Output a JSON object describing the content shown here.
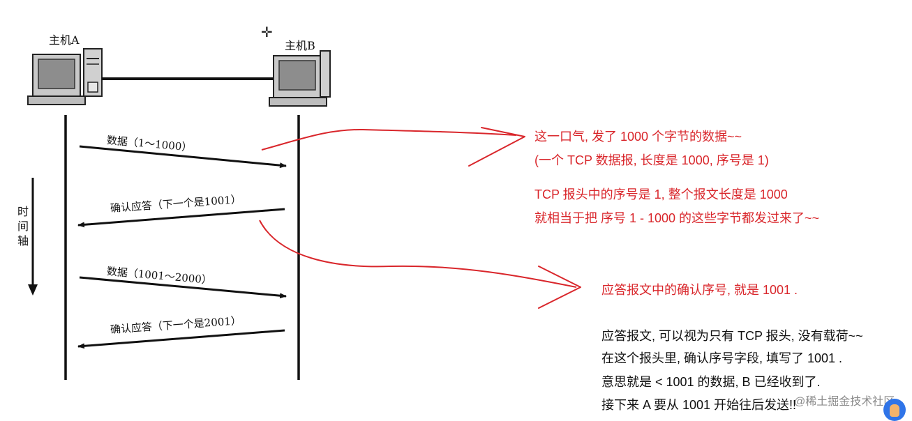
{
  "hosts": {
    "a": "主机A",
    "b": "主机B"
  },
  "timeline": {
    "chars": [
      "时",
      "间",
      "轴"
    ]
  },
  "messages": [
    {
      "text": "数据（1～1000）",
      "direction": "A→B"
    },
    {
      "text": "确认应答（下一个是1001）",
      "direction": "B→A"
    },
    {
      "text": "数据（1001～2000）",
      "direction": "A→B"
    },
    {
      "text": "确认应答（下一个是2001）",
      "direction": "B→A"
    }
  ],
  "notes": {
    "note1": [
      "这一口气, 发了 1000 个字节的数据~~",
      "(一个 TCP 数据报, 长度是 1000, 序号是 1)"
    ],
    "note2": [
      "TCP 报头中的序号是 1, 整个报文长度是 1000",
      "就相当于把 序号 1 - 1000 的这些字节都发过来了~~"
    ],
    "note3": [
      "应答报文中的确认序号, 就是 1001 ."
    ],
    "note4": [
      "应答报文, 可以视为只有 TCP 报头, 没有载荷~~",
      "在这个报头里, 确认序号字段, 填写了 1001 .",
      "意思就是 < 1001 的数据, B 已经收到了.",
      "接下来 A 要从 1001 开始往后发送!!"
    ]
  },
  "watermark": "@稀土掘金技术社区",
  "colors": {
    "annotation": "#d9262b",
    "ink": "#111111"
  }
}
